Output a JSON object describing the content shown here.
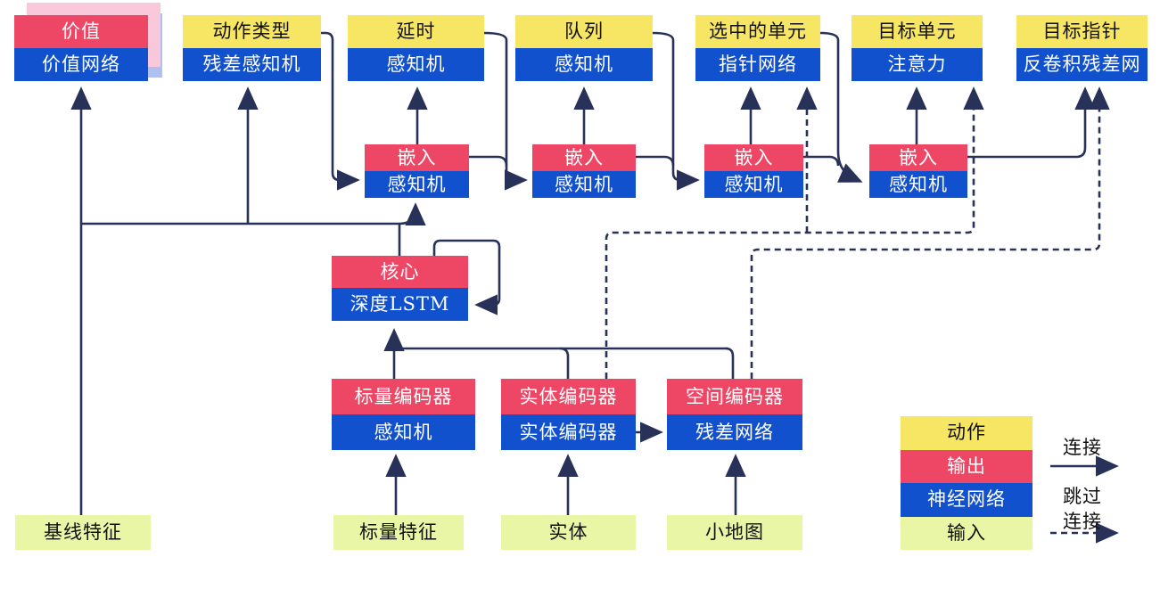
{
  "diagram": {
    "heads": {
      "value": {
        "top": "价值",
        "bottom": "价值网络"
      },
      "action_type": {
        "top": "动作类型",
        "bottom": "残差感知机"
      },
      "delay": {
        "top": "延时",
        "bottom": "感知机"
      },
      "queue": {
        "top": "队列",
        "bottom": "感知机"
      },
      "selected_units": {
        "top": "选中的单元",
        "bottom": "指针网络"
      },
      "target_unit": {
        "top": "目标单元",
        "bottom": "注意力"
      },
      "target_point": {
        "top": "目标指针",
        "bottom": "反卷积残差网"
      }
    },
    "embeds": {
      "embed1": {
        "top": "嵌入",
        "bottom": "感知机"
      },
      "embed2": {
        "top": "嵌入",
        "bottom": "感知机"
      },
      "embed3": {
        "top": "嵌入",
        "bottom": "感知机"
      },
      "embed4": {
        "top": "嵌入",
        "bottom": "感知机"
      }
    },
    "core": {
      "top": "核心",
      "bottom": "深度LSTM"
    },
    "encoders": {
      "scalar": {
        "top": "标量编码器",
        "bottom": "感知机"
      },
      "entity": {
        "top": "实体编码器",
        "bottom": "实体编码器"
      },
      "spatial": {
        "top": "空间编码器",
        "bottom": "残差网络"
      }
    },
    "inputs": {
      "baseline": "基线特征",
      "scalar": "标量特征",
      "entities": "实体",
      "minimap": "小地图"
    },
    "legend": {
      "action": "动作",
      "output": "输出",
      "network": "神经网络",
      "input": "输入",
      "connection": "连接",
      "skip_line1": "跳过",
      "skip_line2": "连接"
    },
    "colors": {
      "action_yellow": "#F7E564",
      "output_red": "#EE4766",
      "network_blue": "#1151CD",
      "input_green": "#E8F6A5",
      "line_navy": "#283158",
      "sheet_pink": "#F9C9DB",
      "sheet_blue": "#AFC0F0"
    }
  }
}
